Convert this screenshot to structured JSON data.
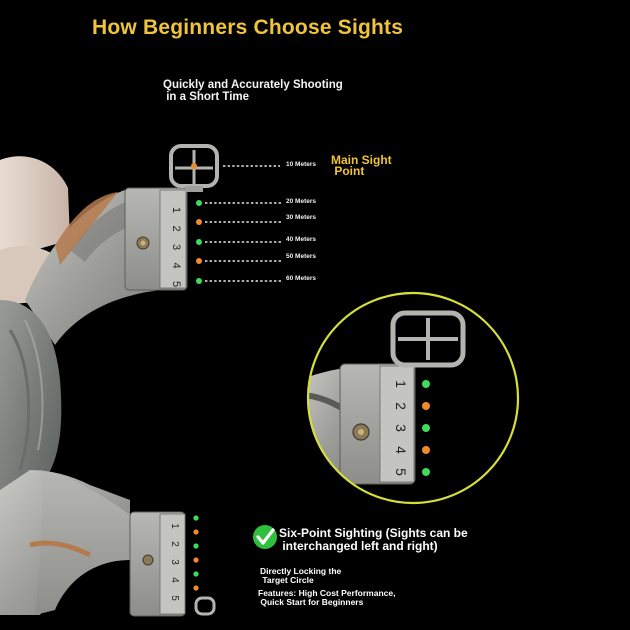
{
  "title": "How Beginners Choose Sights",
  "subtitle": "Quickly and Accurately Shooting\n in a Short Time",
  "main_sight_label": "Main Sight\n Point",
  "distances": [
    "10 Meters",
    "20 Meters",
    "30 Meters",
    "40 Meters",
    "50 Meters",
    "60 Meters"
  ],
  "scale_numbers": [
    "1",
    "2",
    "3",
    "4",
    "5"
  ],
  "features": [
    "Six-Point Sighting (Sights can be\n interchanged left and right)",
    "Directly Locking the\n Target Circle",
    "Features: High Cost Performance,\n Quick Start for Beginners"
  ],
  "icons": {
    "check": "check-circle-icon",
    "magnifier": "magnifier-ring"
  },
  "colors": {
    "title": "#f0c43a",
    "main_sight_label": "#f0c43a",
    "text": "#ffffff",
    "check_green": "#2fbf3f",
    "magnifier_ring": "#d6df3a",
    "metal": "#a9a9a6",
    "dot_orange": "#f08a2a",
    "dot_green": "#3fdc5a"
  }
}
